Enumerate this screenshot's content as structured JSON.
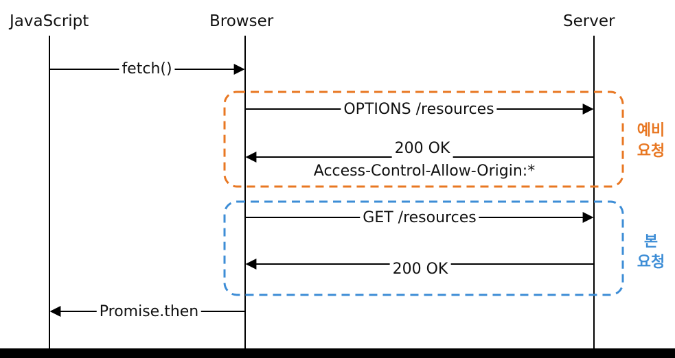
{
  "actors": {
    "javascript": "JavaScript",
    "browser": "Browser",
    "server": "Server"
  },
  "messages": {
    "fetch": "fetch()",
    "options": "OPTIONS /resources",
    "options_ok": "200 OK",
    "options_header": "Access-Control-Allow-Origin:*",
    "get": "GET /resources",
    "get_ok": "200 OK",
    "promise": "Promise.then"
  },
  "regions": {
    "preflight": {
      "line1": "예비",
      "line2": "요청",
      "color": "#E87722"
    },
    "main": {
      "line1": "본",
      "line2": "요청",
      "color": "#3D8DD6"
    }
  },
  "colors": {
    "line": "#000000",
    "arrow_track": "#cccccc"
  }
}
